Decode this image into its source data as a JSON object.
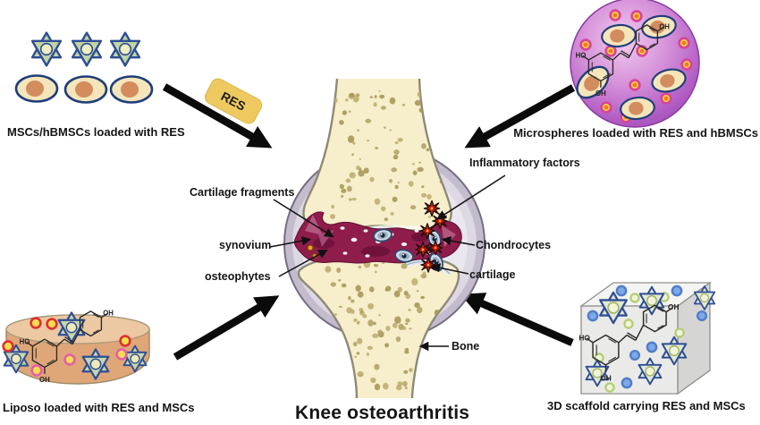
{
  "figure": {
    "title": "Knee osteoarthritis"
  },
  "strategies": {
    "msc": {
      "label": "MSCs/hBMSCs loaded with RES"
    },
    "microspheres": {
      "label": "Microspheres loaded with RES and hBMSCs"
    },
    "liposome": {
      "label": "Liposo loaded with RES and MSCs"
    },
    "scaffold": {
      "label": "3D scaffold carrying RES and MSCs"
    }
  },
  "res_tag": {
    "label": "RES"
  },
  "joint": {
    "cartilage_fragments": "Cartilage fragments",
    "synovium": "synovium",
    "osteophytes": "osteophytes",
    "inflammatory_factors": "Inflammatory factors",
    "chondrocytes": "Chondrocytes",
    "cartilage": "cartilage",
    "bone": "Bone"
  },
  "molecule": {
    "ho": "HO",
    "oh": "OH"
  },
  "colors": {
    "bone_fill": "#f7eecb",
    "bone_speckle": "#b1a368",
    "capsule": "#c4bccd",
    "synovium_maroon": "#8e1d4b",
    "microsphere_purple": "#b05cc4",
    "liposome_tan": "#dfa678",
    "scaffold_grey": "#eaeae8",
    "res_tag_yellow": "#edc95f",
    "star_navy": "#2e4e96",
    "arrow_black": "#0b0b0b"
  }
}
